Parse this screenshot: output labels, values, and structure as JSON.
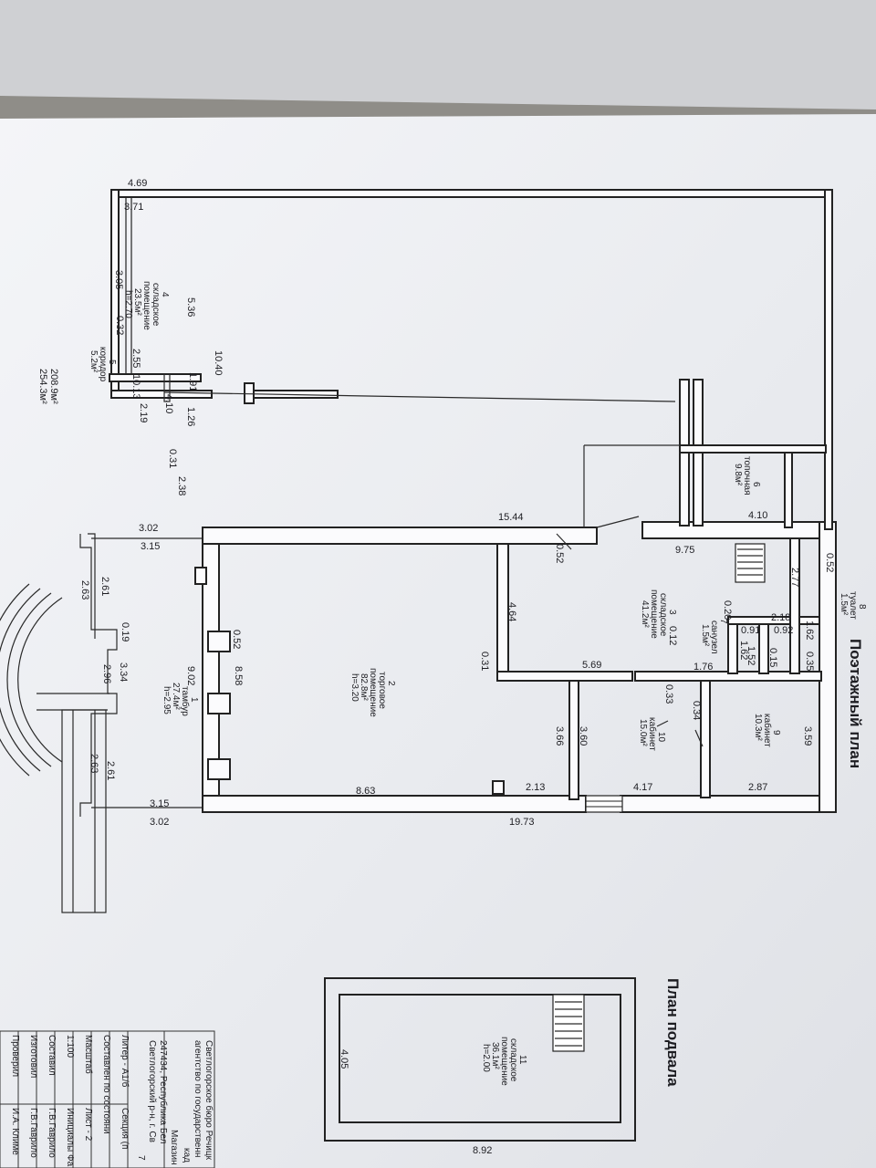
{
  "headings": {
    "floor_plan": "Поэтажный план",
    "basement_plan": "План подвала"
  },
  "rooms": [
    {
      "num": "1",
      "name1": "тамбур",
      "area": "27.4м²",
      "height": "h=2.95"
    },
    {
      "num": "2",
      "name1": "торговое",
      "name2": "помещение",
      "area": "82.8м²",
      "height": "h=3.20"
    },
    {
      "num": "3",
      "name1": "складское",
      "name2": "помещение",
      "area": "41.2м²"
    },
    {
      "num": "4",
      "name1": "складское",
      "name2": "помещение",
      "area": "23.5м²",
      "height": "h=2.70"
    },
    {
      "num": "5",
      "name1": "коридор",
      "area": "5.2м²"
    },
    {
      "num": "6",
      "name1": "топочная",
      "area": "9.8м²"
    },
    {
      "num": "7",
      "name1": "санузел",
      "area": "1.5м²"
    },
    {
      "num": "8",
      "name1": "туалет",
      "area": "1.5м²"
    },
    {
      "num": "9",
      "name1": "кабинет",
      "area": "10.3м²"
    },
    {
      "num": "10",
      "name1": "кабинет",
      "area": "15.0м²"
    },
    {
      "num": "11",
      "name1": "складское",
      "name2": "помещение",
      "area": "36.1м²",
      "height": "h=2.00"
    }
  ],
  "dimensions": {
    "d4_69": "4.69",
    "d3_71": "3.71",
    "d3_05": "3.05",
    "d5_36": "5.36",
    "d0_32": "0.32",
    "d10_40": "10.40",
    "d2_55": "2.55",
    "d10_13": "10.13",
    "d2_19": "2.19",
    "d1_91": "1.91",
    "d4_10a": "4.10",
    "d1_26": "1.26",
    "d0_31a": "0.31",
    "d2_38": "2.38",
    "d4_10b": "4.10",
    "d15_44": "15.44",
    "d3_02a": "3.02",
    "d3_15a": "3.15",
    "d9_75": "9.75",
    "d0_52a": "0.52",
    "d2_77": "2.77",
    "d0_52b": "0.52",
    "d2_18": "2.18",
    "d0_20": "0.20",
    "d0_91": "0.91",
    "d0_92": "0.92",
    "d1_62a": "1.62",
    "d1_62b": "1.62",
    "d1_52": "1.52",
    "d0_15": "0.15",
    "d0_35": "0.35",
    "d4_64": "4.64",
    "d0_12": "0.12",
    "d0_31b": "0.31",
    "d5_69": "5.69",
    "d1_76": "1.76",
    "d0_33": "0.33",
    "d0_34": "0.34",
    "d3_59": "3.59",
    "d0_52c": "0.52",
    "d8_58": "8.58",
    "d9_02": "9.02",
    "d2_61a": "2.61",
    "d2_63a": "2.63",
    "d0_19": "0.19",
    "d3_34": "3.34",
    "d2_96": "2.96",
    "d3_66": "3.66",
    "d3_60": "3.60",
    "d2_63b": "2.63",
    "d2_61b": "2.61",
    "d8_63": "8.63",
    "d2_13": "2.13",
    "d4_17": "4.17",
    "d2_87": "2.87",
    "d3_15b": "3.15",
    "d3_02b": "3.02",
    "d19_73": "19.73",
    "d4_05": "4.05",
    "d8_92": "8.92"
  },
  "totals": {
    "area1": "208.9м²",
    "area2": "254.3м²"
  },
  "title_block": {
    "line1": "Светлогорское бюро Речицк",
    "line2": "агентство по государственн",
    "line3": "кад",
    "line4": "Магазин",
    "line5": "247434, Республика Бел",
    "line6": "Светлогорский р-н, г. Св",
    "line7": "7",
    "rows": [
      [
        "Литер - А1/б",
        "Секция (п"
      ],
      [
        "Составлен по состояни",
        ""
      ],
      [
        "Масштаб",
        "Лист - 2"
      ],
      [
        "1:100",
        "Инициалы Фа"
      ],
      [
        "Составил",
        "Г.В.Гаврило"
      ],
      [
        "Изготовил",
        "Г.В.Гаврило"
      ],
      [
        "Проверил",
        "И.А. Климе"
      ]
    ]
  },
  "colors": {
    "paper": "#eef0f4",
    "line": "#222222",
    "background": "#8f8d88"
  }
}
